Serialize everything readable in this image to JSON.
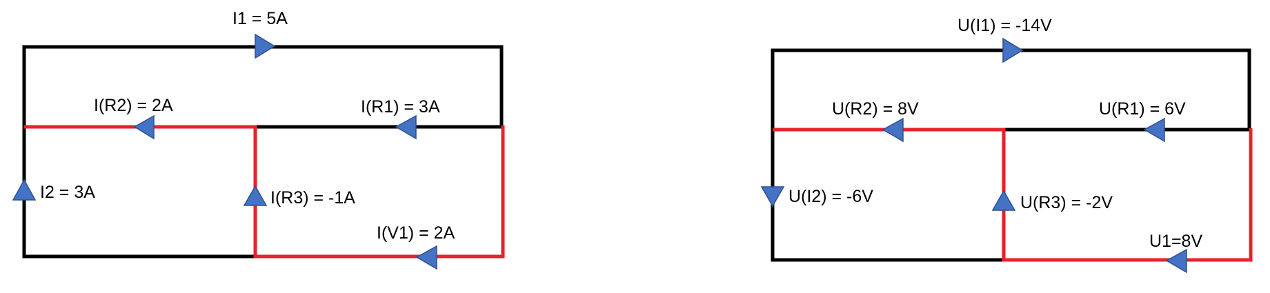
{
  "colors": {
    "wire_black": "#000000",
    "wire_red": "#e8222a",
    "arrow_fill": "#4472c4",
    "arrow_stroke": "#2f4f8f"
  },
  "left_circuit": {
    "labels": {
      "i1": "I1 = 5A",
      "ir2": "I(R2) = 2A",
      "ir1": "I(R1) = 3A",
      "i2": "I2 = 3A",
      "ir3": "I(R3) = -1A",
      "iv1": "I(V1) = 2A"
    }
  },
  "right_circuit": {
    "labels": {
      "ui1": "U(I1) = -14V",
      "ur2": "U(R2) = 8V",
      "ur1": "U(R1) = 6V",
      "ui2": "U(I2) = -6V",
      "ur3": "U(R3) = -2V",
      "u1": "U1=8V"
    }
  }
}
